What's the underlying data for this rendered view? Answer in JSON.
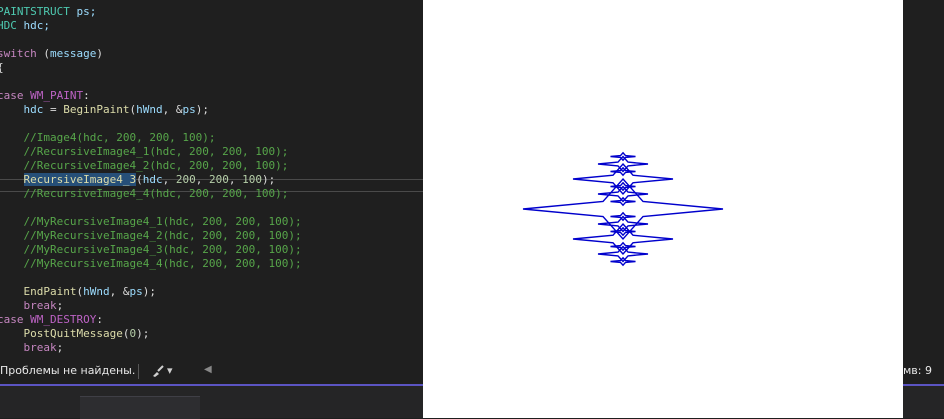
{
  "editor": {
    "lines": [
      [
        {
          "t": "PAINTSTRUCT",
          "c": "type"
        },
        {
          "t": " ps;",
          "c": "var"
        }
      ],
      [
        {
          "t": "HDC",
          "c": "type"
        },
        {
          "t": " hdc;",
          "c": "var"
        }
      ],
      [],
      [
        {
          "t": "switch",
          "c": "kw"
        },
        {
          "t": " (",
          "c": "txt"
        },
        {
          "t": "message",
          "c": "var"
        },
        {
          "t": ")",
          "c": "txt"
        }
      ],
      [
        {
          "t": "{",
          "c": "txt"
        }
      ],
      [
        {
          "t": "case",
          "c": "kw"
        },
        {
          "t": " ",
          "c": "txt"
        },
        {
          "t": "WM_PAINT",
          "c": "macro"
        },
        {
          "t": ":",
          "c": "txt"
        }
      ],
      [
        {
          "t": "    ",
          "c": "txt"
        },
        {
          "t": "hdc",
          "c": "var"
        },
        {
          "t": " = ",
          "c": "txt"
        },
        {
          "t": "BeginPaint",
          "c": "fn"
        },
        {
          "t": "(",
          "c": "txt"
        },
        {
          "t": "hWnd",
          "c": "var"
        },
        {
          "t": ", &",
          "c": "txt"
        },
        {
          "t": "ps",
          "c": "var"
        },
        {
          "t": ");",
          "c": "txt"
        }
      ],
      [],
      [
        {
          "t": "    //Image4(hdc, 200, 200, 100);",
          "c": "cmt"
        }
      ],
      [
        {
          "t": "    //RecursiveImage4_1(hdc, 200, 200, 100);",
          "c": "cmt"
        }
      ],
      [
        {
          "t": "    //RecursiveImage4_2(hdc, 200, 200, 100);",
          "c": "cmt"
        }
      ],
      [
        {
          "t": "    ",
          "c": "txt"
        },
        {
          "t": "RecursiveImage4_3",
          "c": "fn",
          "sel": true
        },
        {
          "t": "(",
          "c": "txt"
        },
        {
          "t": "hdc",
          "c": "var"
        },
        {
          "t": ", ",
          "c": "txt"
        },
        {
          "t": "200",
          "c": "num"
        },
        {
          "t": ", ",
          "c": "txt"
        },
        {
          "t": "200",
          "c": "num"
        },
        {
          "t": ", ",
          "c": "txt"
        },
        {
          "t": "100",
          "c": "num"
        },
        {
          "t": ");",
          "c": "txt"
        }
      ],
      [
        {
          "t": "    //RecursiveImage4_4(hdc, 200, 200, 100);",
          "c": "cmt"
        }
      ],
      [],
      [
        {
          "t": "    //MyRecursiveImage4_1(hdc, 200, 200, 100);",
          "c": "cmt"
        }
      ],
      [
        {
          "t": "    //MyRecursiveImage4_2(hdc, 200, 200, 100);",
          "c": "cmt"
        }
      ],
      [
        {
          "t": "    //MyRecursiveImage4_3(hdc, 200, 200, 100);",
          "c": "cmt"
        }
      ],
      [
        {
          "t": "    //MyRecursiveImage4_4(hdc, 200, 200, 100);",
          "c": "cmt"
        }
      ],
      [],
      [
        {
          "t": "    ",
          "c": "txt"
        },
        {
          "t": "EndPaint",
          "c": "fn"
        },
        {
          "t": "(",
          "c": "txt"
        },
        {
          "t": "hWnd",
          "c": "var"
        },
        {
          "t": ", &",
          "c": "txt"
        },
        {
          "t": "ps",
          "c": "var"
        },
        {
          "t": ");",
          "c": "txt"
        }
      ],
      [
        {
          "t": "    ",
          "c": "txt"
        },
        {
          "t": "break",
          "c": "kw"
        },
        {
          "t": ";",
          "c": "txt"
        }
      ],
      [
        {
          "t": "case",
          "c": "kw"
        },
        {
          "t": " ",
          "c": "txt"
        },
        {
          "t": "WM_DESTROY",
          "c": "macro"
        },
        {
          "t": ":",
          "c": "txt"
        }
      ],
      [
        {
          "t": "    ",
          "c": "txt"
        },
        {
          "t": "PostQuitMessage",
          "c": "fn"
        },
        {
          "t": "(",
          "c": "txt"
        },
        {
          "t": "0",
          "c": "num"
        },
        {
          "t": ");",
          "c": "txt"
        }
      ],
      [
        {
          "t": "    ",
          "c": "txt"
        },
        {
          "t": "break",
          "c": "kw"
        },
        {
          "t": ";",
          "c": "txt"
        }
      ]
    ]
  },
  "statusbar": {
    "problems": "Проблемы не найдены.",
    "brush_dropdown": "▾",
    "scroll_left": "◀",
    "column": "мв: 9"
  },
  "drawing": {
    "stroke_color": "#0000cc",
    "background": "#ffffff"
  }
}
